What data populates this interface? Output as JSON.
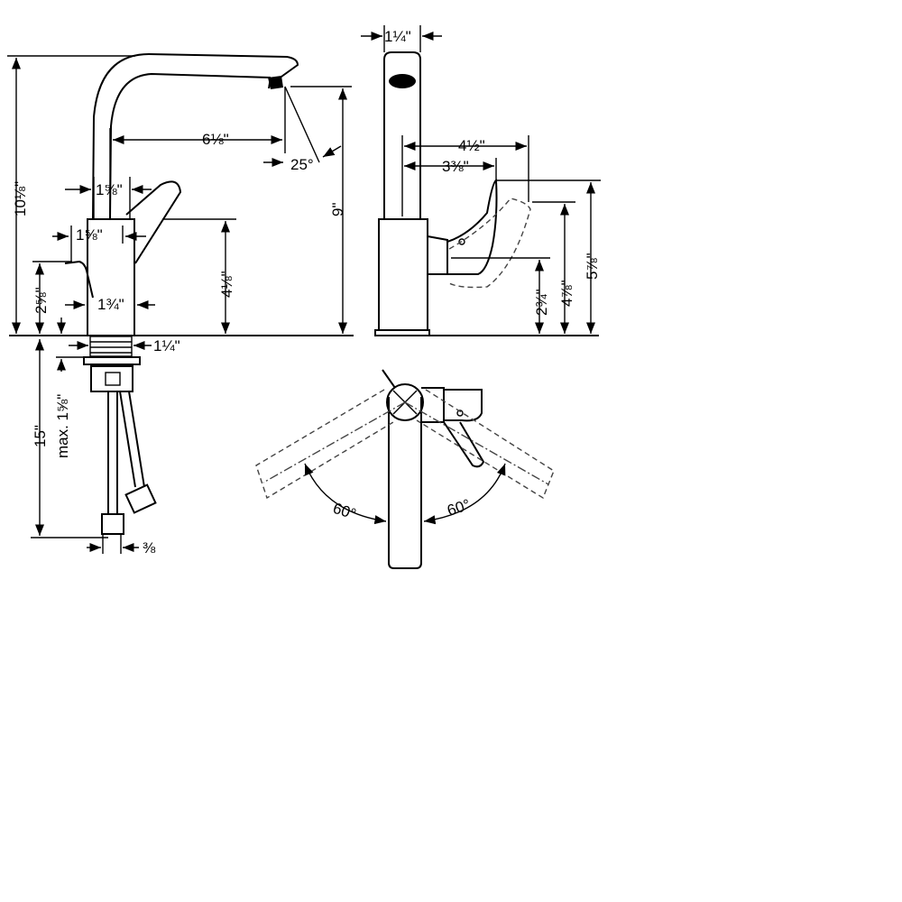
{
  "side_view": {
    "total_height": "10⅛\"",
    "spout_reach": "6⅛\"",
    "spout_angle": "25°",
    "outlet_height": "9\"",
    "body_width_top": "1⅝\"",
    "lever_offset": "1⅝\"",
    "lever_height": "2⅝\"",
    "handle_height": "4⅛\"",
    "body_diameter": "1¾\"",
    "shank_diameter": "1¼\"",
    "hose_length": "15\"",
    "max_counter_thickness": "max. 1⅝\"",
    "connection_size": "⅜"
  },
  "front_view": {
    "spout_width": "1¼\"",
    "handle_reach_outer": "4½\"",
    "handle_reach_inner": "3⅜\"",
    "handle_height_low": "2¾\"",
    "handle_height_mid": "4⅞\"",
    "handle_height_top": "5⅞\""
  },
  "top_view": {
    "rotation_left": "60°",
    "rotation_right": "60°"
  }
}
